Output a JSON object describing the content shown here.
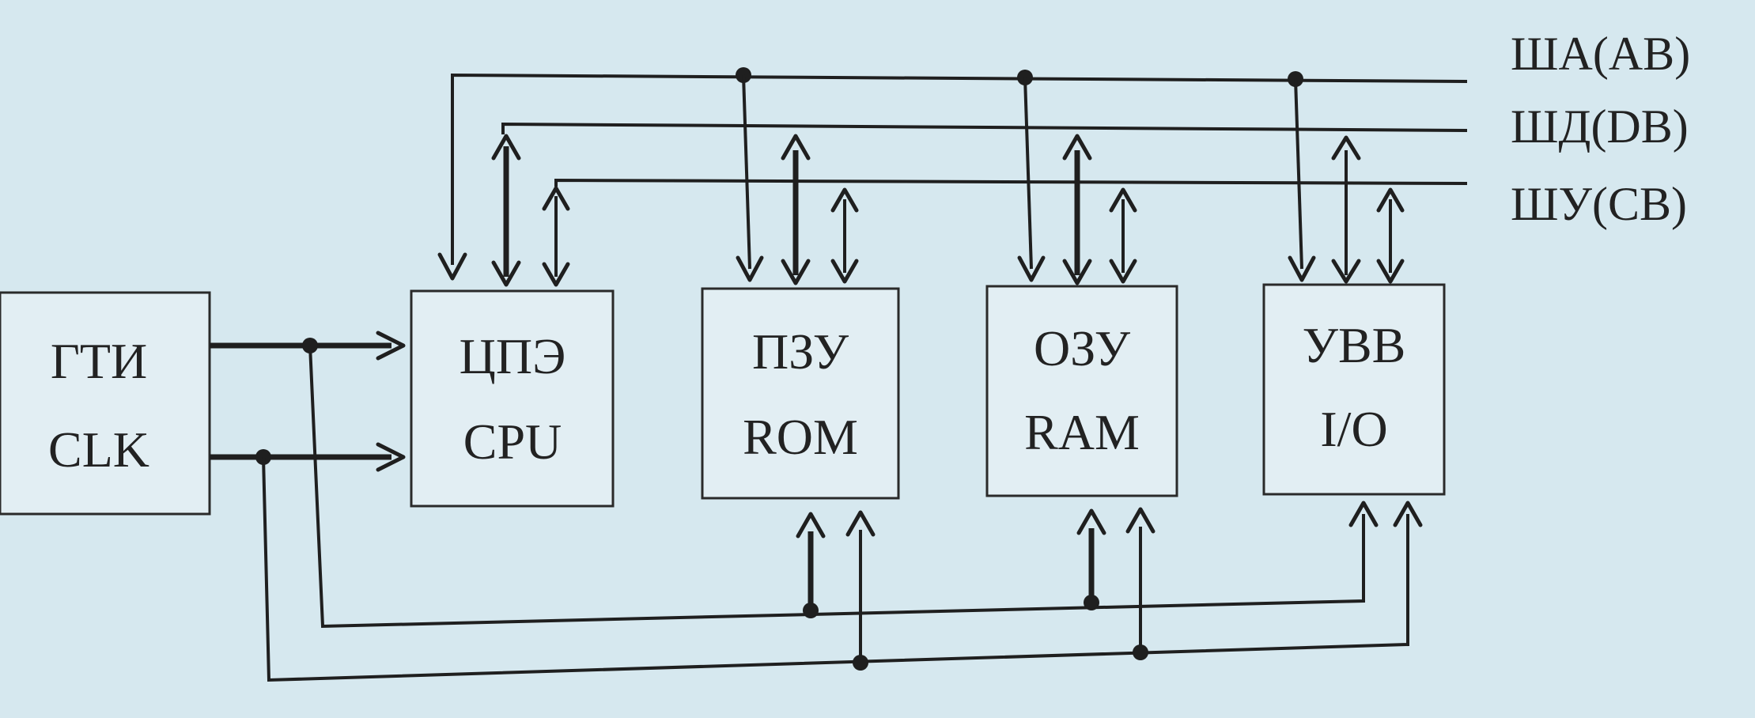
{
  "buses": [
    {
      "id": "address",
      "label": "ША(AB)"
    },
    {
      "id": "data",
      "label": "ШД(DB)"
    },
    {
      "id": "control",
      "label": "ШУ(CB)"
    }
  ],
  "blocks": [
    {
      "id": "clk",
      "line1": "ГТИ",
      "line2": "CLK"
    },
    {
      "id": "cpu",
      "line1": "ЦПЭ",
      "line2": "CPU"
    },
    {
      "id": "rom",
      "line1": "ПЗУ",
      "line2": "ROM"
    },
    {
      "id": "ram",
      "line1": "ОЗУ",
      "line2": "RAM"
    },
    {
      "id": "io",
      "line1": "УВВ",
      "line2": "I/O"
    }
  ],
  "colors": {
    "background": "#d6e8ef",
    "block_fill": "#e2eef3",
    "line": "#1f1f1f",
    "text": "#222222"
  }
}
